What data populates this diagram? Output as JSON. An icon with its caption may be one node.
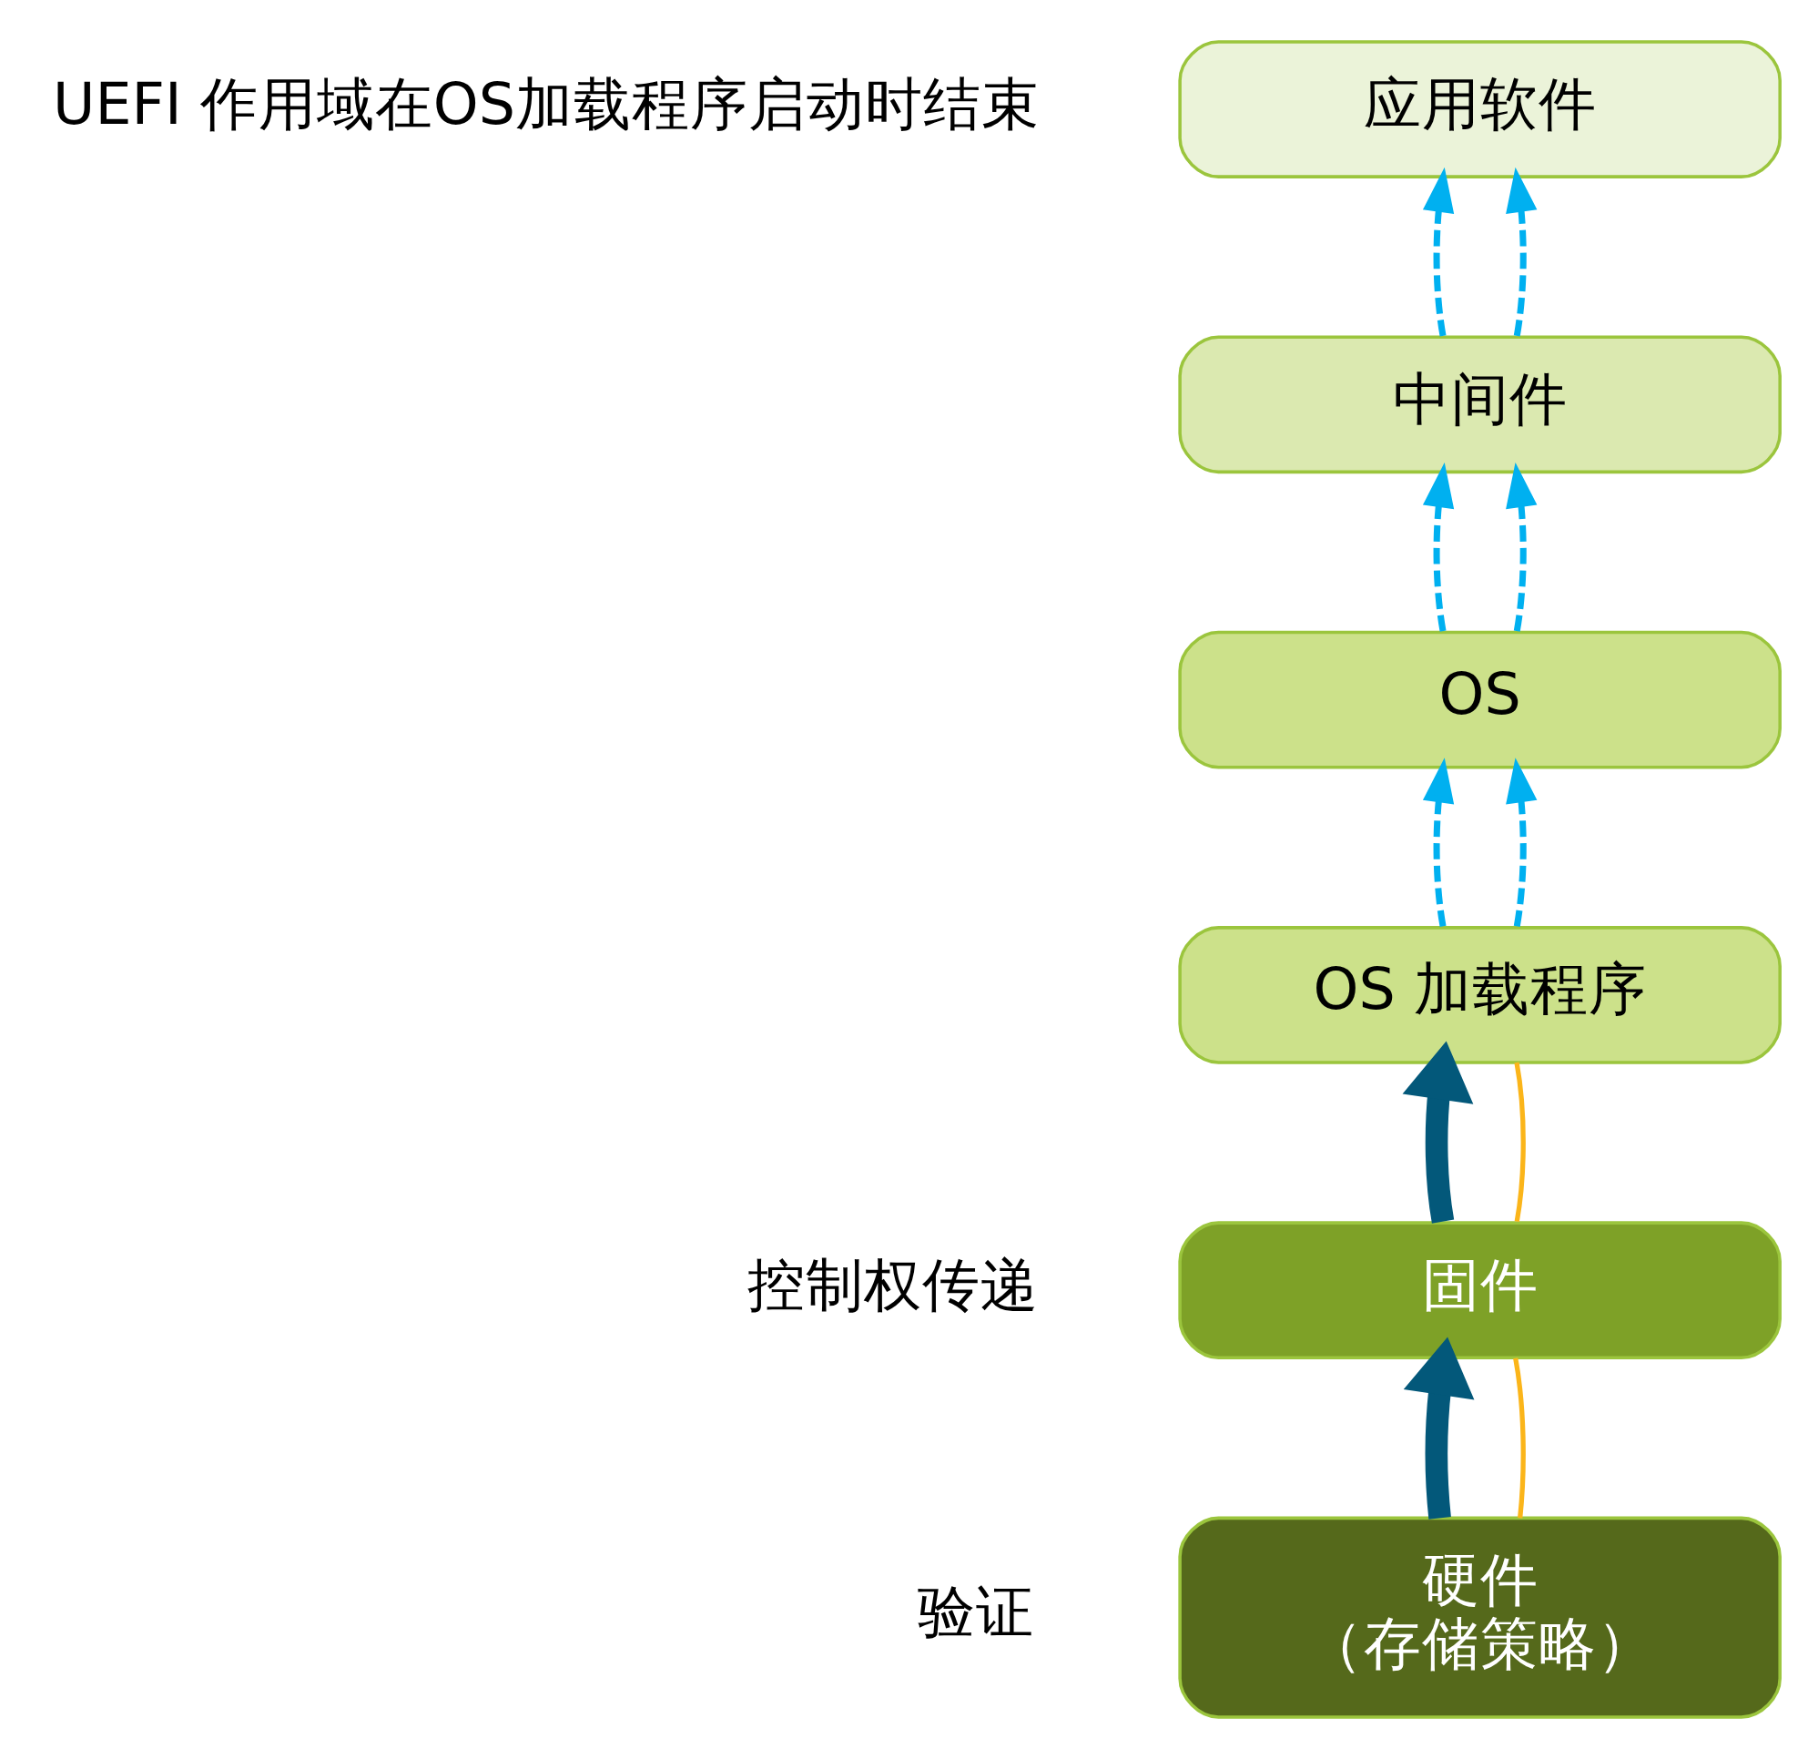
{
  "diagram": {
    "nodes": [
      {
        "text": [
          "应用软件"
        ]
      },
      {
        "text": [
          "中间件"
        ]
      },
      {
        "text": [
          "OS"
        ]
      },
      {
        "text": [
          "OS 加载程序"
        ]
      },
      {
        "text": [
          "固件"
        ]
      },
      {
        "text": [
          "硬件",
          "（存储策略）"
        ]
      }
    ],
    "edges": [
      {
        "from": 5,
        "to": 4,
        "arrow": "to",
        "style": "thick",
        "color": "#03587a"
      },
      {
        "from": 4,
        "to": 3,
        "arrow": "to",
        "style": "thick",
        "color": "#03587a"
      },
      {
        "from": 5,
        "to": 4,
        "arrow": "none",
        "color": "#fbb51a"
      },
      {
        "from": 4,
        "to": 3,
        "arrow": "none",
        "color": "#fbb51a"
      },
      {
        "from": 3,
        "to": 2,
        "arrow": "to",
        "style": "dashed"
      },
      {
        "from": 2,
        "to": 1,
        "arrow": "to",
        "style": "dashed"
      },
      {
        "from": 1,
        "to": 0,
        "arrow": "to",
        "style": "dashed"
      },
      {
        "from": 3,
        "to": 2,
        "arrow": "to",
        "style": "dashed"
      },
      {
        "from": 2,
        "to": 1,
        "arrow": "to",
        "style": "dashed"
      },
      {
        "from": 1,
        "to": 0,
        "arrow": "to",
        "style": "dashed"
      }
    ],
    "labels": [
      "UEFI 作用域在OS加载程序启动时结束",
      "控制权传递",
      "验证"
    ]
  }
}
